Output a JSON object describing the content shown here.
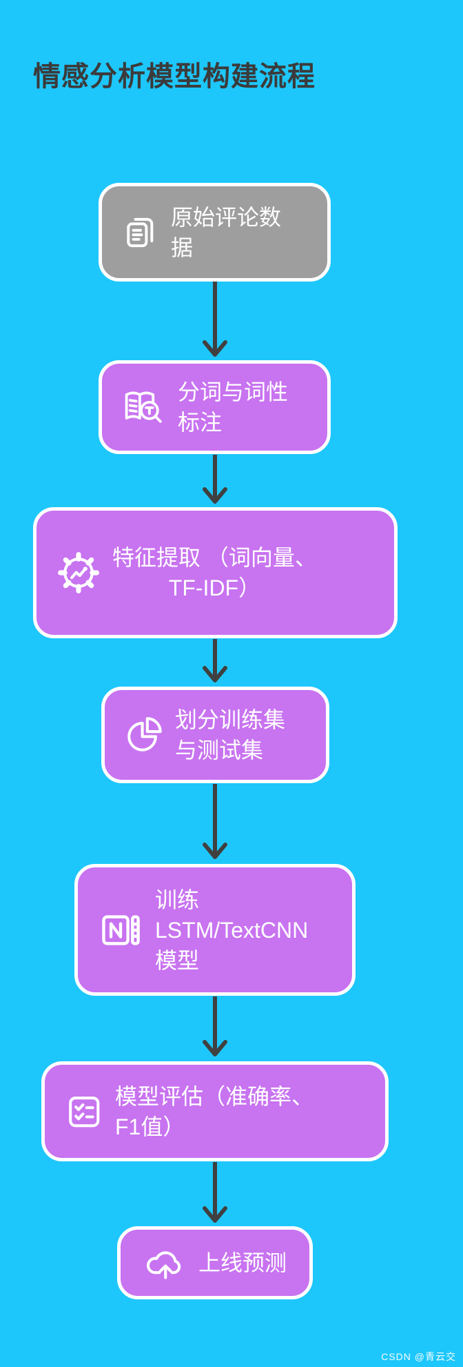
{
  "page": {
    "title": "情感分析模型构建流程",
    "watermark": "CSDN @青云交"
  },
  "colors": {
    "background": "#1ec7fb",
    "node_purple": "#c873f0",
    "node_gray": "#9e9e9e",
    "node_border": "#ffffff",
    "node_text": "#ffffff",
    "title_text": "#3b3b3b",
    "arrow": "#404040"
  },
  "flowchart": {
    "direction": "top-down",
    "nodes": [
      {
        "id": "raw-data",
        "label": "原始评论数据",
        "lines": [
          "原始评论数",
          "据"
        ],
        "icon": "copy-documents-icon",
        "fill": "gray"
      },
      {
        "id": "segmentation",
        "label": "分词与词性标注",
        "lines": [
          "分词与词性",
          "标注"
        ],
        "icon": "book-search-icon",
        "fill": "purple"
      },
      {
        "id": "feature-extraction",
        "label": "特征提取 （词向量、TF-IDF）",
        "lines": [
          "特征提取 （词向量、",
          "TF-IDF）"
        ],
        "icon": "gear-chart-icon",
        "fill": "purple"
      },
      {
        "id": "split-datasets",
        "label": "划分训练集与测试集",
        "lines": [
          "划分训练集",
          "与测试集"
        ],
        "icon": "pie-chart-icon",
        "fill": "purple"
      },
      {
        "id": "train-model",
        "label": "训练 LSTM/TextCNN 模型",
        "lines": [
          "训练",
          "LSTM/TextCNN",
          "模型"
        ],
        "icon": "notebook-n-icon",
        "fill": "purple"
      },
      {
        "id": "evaluation",
        "label": "模型评估（准确率、F1值）",
        "lines": [
          "模型评估（准确率、",
          "F1值）"
        ],
        "icon": "checklist-icon",
        "fill": "purple"
      },
      {
        "id": "deploy-predict",
        "label": "上线预测",
        "lines": [
          "上线预测"
        ],
        "icon": "cloud-upload-icon",
        "fill": "purple"
      }
    ],
    "edges": [
      {
        "from": "raw-data",
        "to": "segmentation"
      },
      {
        "from": "segmentation",
        "to": "feature-extraction"
      },
      {
        "from": "feature-extraction",
        "to": "split-datasets"
      },
      {
        "from": "split-datasets",
        "to": "train-model"
      },
      {
        "from": "train-model",
        "to": "evaluation"
      },
      {
        "from": "evaluation",
        "to": "deploy-predict"
      }
    ]
  }
}
